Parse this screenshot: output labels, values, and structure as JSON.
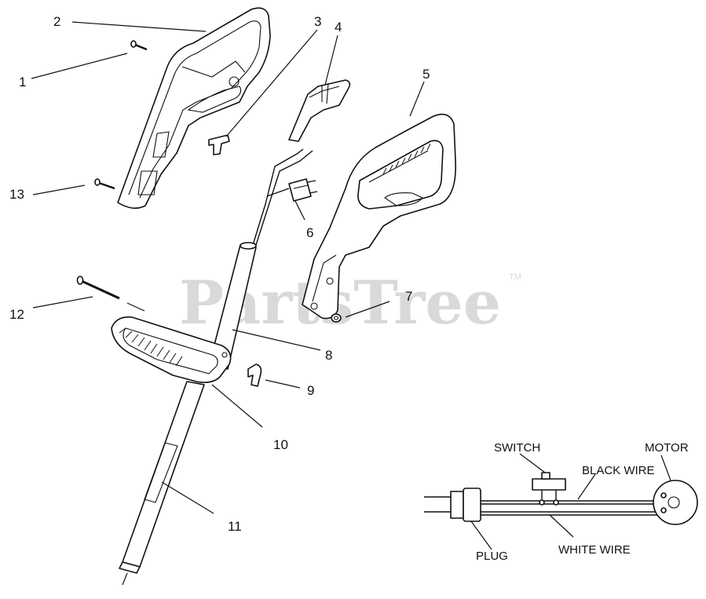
{
  "watermark": {
    "text": "PartsTree",
    "trademark": "TM"
  },
  "callouts": [
    "1",
    "2",
    "3",
    "4",
    "5",
    "6",
    "7",
    "8",
    "9",
    "10",
    "11",
    "12",
    "13"
  ],
  "wiring": {
    "switch": "SWITCH",
    "motor": "MOTOR",
    "black_wire": "BLACK WIRE",
    "white_wire": "WHITE WIRE",
    "plug": "PLUG"
  }
}
